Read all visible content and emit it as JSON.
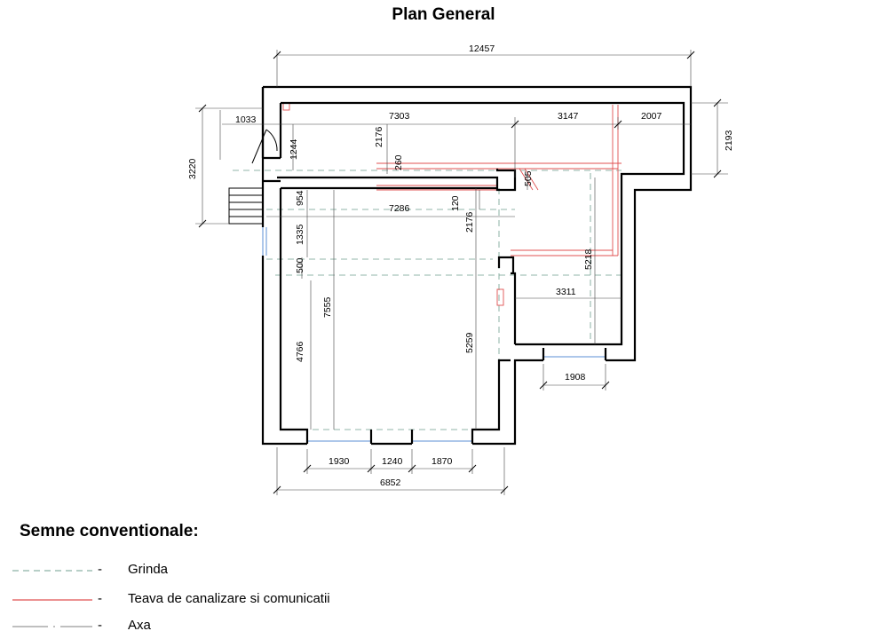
{
  "title": "Plan General",
  "dimensions": {
    "overall_width": "12457",
    "top_left": "7303",
    "top_mid": "3147",
    "top_right": "2007",
    "right_height": "2193",
    "entry_width": "1033",
    "entry_height": "3220",
    "v_2176_top": "2176",
    "v_1244": "1244",
    "v_260": "260",
    "v_505": "505",
    "v_954": "954",
    "inner_width": "7286",
    "v_120": "120",
    "v_2176_inner": "2176",
    "v_1335": "1335",
    "v_500": "500",
    "v_7555": "7555",
    "v_4766": "4766",
    "v_5259": "5259",
    "v_5218": "5218",
    "room_width": "3311",
    "window_right": "1908",
    "win_1930": "1930",
    "win_1240": "1240",
    "win_1870": "1870",
    "bottom_total": "6852"
  },
  "legend": {
    "title": "Semne conventionale:",
    "items": [
      {
        "dash": "-",
        "label": "Grinda",
        "color": "#6f9f8f"
      },
      {
        "dash": "-",
        "label": "Teava de canalizare si comunicatii",
        "color": "#e05050"
      },
      {
        "dash": "-",
        "label": "Axa",
        "color": "#555555"
      }
    ]
  },
  "colors": {
    "wall": "#000000",
    "beam": "#6f9f8f",
    "pipe": "#e05050",
    "window": "#5b8fd6",
    "dimension": "#444444"
  }
}
